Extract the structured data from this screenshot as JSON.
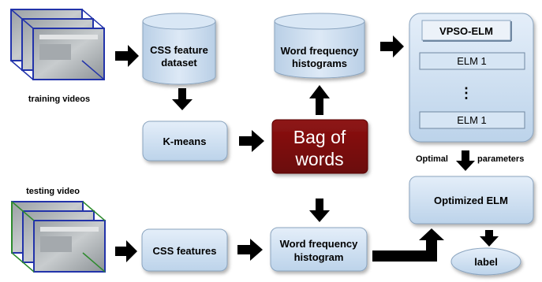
{
  "nodes": {
    "training_videos": "training videos",
    "testing_video": "testing video",
    "css_feature_dataset_line1": "CSS feature",
    "css_feature_dataset_line2": "dataset",
    "word_freq_histograms_line1": "Word frequency",
    "word_freq_histograms_line2": "histograms",
    "vpso_elm": "VPSO-ELM",
    "elm_top": "ELM 1",
    "elm_dots": "⋮",
    "elm_bottom": "ELM 1",
    "kmeans": "K-means",
    "bag_of_words_line1": "Bag of",
    "bag_of_words_line2": "words",
    "optimal": "Optimal",
    "parameters": "parameters",
    "optimized_elm": "Optimized ELM",
    "css_features": "CSS features",
    "word_freq_histogram_line1": "Word frequency",
    "word_freq_histogram_line2": "histogram",
    "label": "label"
  },
  "colors": {
    "box_fill": "#c6dcf0",
    "box_stroke": "#8aa4bf",
    "bag_fill": "#7d0b0b",
    "arrow": "#000000",
    "training_frame": "#2233aa",
    "testing_frame": "#2e8b2e"
  },
  "icons": {
    "arrow": "block-arrow-icon",
    "video": "video-frames-icon"
  }
}
